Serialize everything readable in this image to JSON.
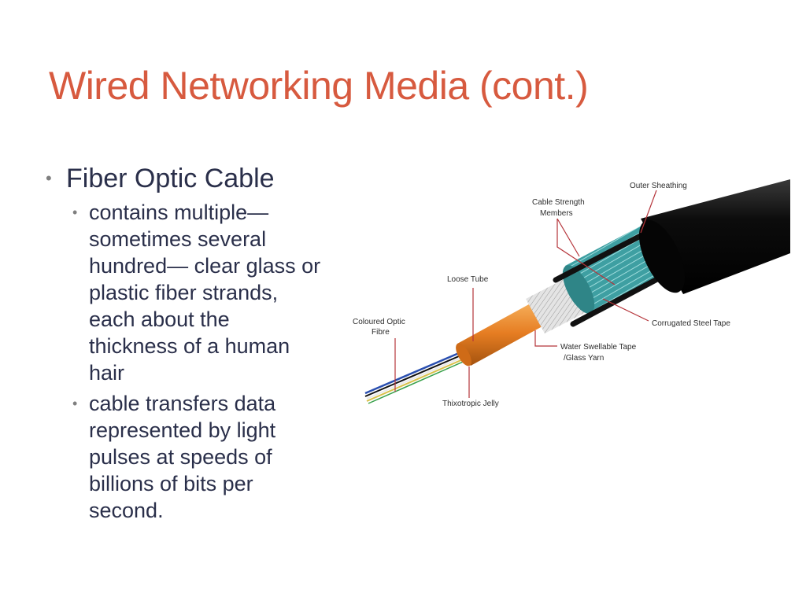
{
  "slide": {
    "title": "Wired Networking Media (cont.)",
    "bullets": [
      {
        "text": "Fiber Optic Cable",
        "sub": [
          "contains multiple—\nsometimes several\nhundred— clear glass or\nplastic fiber strands,\neach about the\nthickness of a human\nhair",
          "cable transfers data\nrepresented by light\npulses at speeds of\nbillions of bits per\nsecond."
        ]
      }
    ]
  },
  "diagram": {
    "labels": {
      "outer_sheathing": "Outer Sheathing",
      "cable_strength_1": "Cable Strength",
      "cable_strength_2": "Members",
      "loose_tube": "Loose Tube",
      "coloured_optic_1": "Coloured Optic",
      "coloured_optic_2": "Fibre",
      "corrugated_steel": "Corrugated Steel Tape",
      "water_swellable_1": "Water Swellable Tape",
      "water_swellable_2": "/Glass Yarn",
      "thixotropic": "Thixotropic Jelly"
    },
    "colors": {
      "title": "#d75a3f",
      "body_text": "#2a2f4a",
      "sheath": "#0c0c0c",
      "steel_tape": "#3e9fa2",
      "yarn": "#e4e4e4",
      "loose_tube": "#e67d22",
      "leader_line": "#b5343a"
    }
  }
}
